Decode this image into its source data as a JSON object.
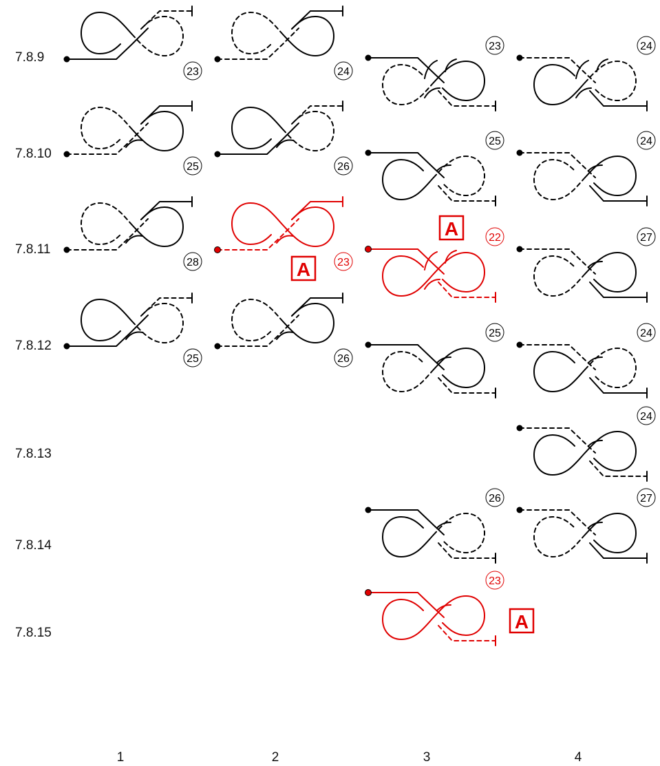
{
  "row_labels": [
    "7.8.9",
    "7.8.10",
    "7.8.11",
    "7.8.12",
    "7.8.13",
    "7.8.14",
    "7.8.15"
  ],
  "column_labels": [
    "1",
    "2",
    "3",
    "4"
  ],
  "colors": {
    "normal": "#000000",
    "highlight": "#e00000"
  },
  "badge_label": "A",
  "cells": [
    {
      "id": "r1c1",
      "row": 0,
      "col": 1,
      "style": "upper",
      "dashed_loop": "right",
      "number": "23",
      "highlight": false,
      "marks": []
    },
    {
      "id": "r1c2",
      "row": 0,
      "col": 2,
      "style": "upper",
      "dashed_loop": "left",
      "number": "24",
      "highlight": false,
      "marks": []
    },
    {
      "id": "r1c3",
      "row": 0,
      "col": 3,
      "style": "lower",
      "dashed_loop": "left",
      "number": "23",
      "highlight": false,
      "marks": [
        "double"
      ]
    },
    {
      "id": "r1c4",
      "row": 0,
      "col": 4,
      "style": "lower",
      "dashed_loop": "right",
      "number": "24",
      "highlight": false,
      "marks": [
        "double"
      ]
    },
    {
      "id": "r2c1",
      "row": 1,
      "col": 1,
      "style": "upper",
      "dashed_loop": "left",
      "number": "25",
      "highlight": false,
      "marks": [
        "single"
      ]
    },
    {
      "id": "r2c2",
      "row": 1,
      "col": 2,
      "style": "upper",
      "dashed_loop": "right",
      "number": "26",
      "highlight": false,
      "marks": [
        "single"
      ]
    },
    {
      "id": "r2c3",
      "row": 1,
      "col": 3,
      "style": "lower",
      "dashed_loop": "right",
      "number": "25",
      "highlight": false,
      "marks": [
        "single"
      ]
    },
    {
      "id": "r2c4",
      "row": 1,
      "col": 4,
      "style": "lower",
      "dashed_loop": "left",
      "number": "24",
      "highlight": false,
      "marks": [
        "single"
      ]
    },
    {
      "id": "r3c1",
      "row": 2,
      "col": 1,
      "style": "upper",
      "dashed_loop": "left",
      "number": "28",
      "highlight": false,
      "marks": [
        "single"
      ]
    },
    {
      "id": "r3c2",
      "row": 2,
      "col": 2,
      "style": "upper",
      "dashed_loop": "none",
      "number": "23",
      "highlight": true,
      "marks": [
        "single"
      ],
      "badge": true
    },
    {
      "id": "r3c3",
      "row": 2,
      "col": 3,
      "style": "lower",
      "dashed_loop": "none",
      "number": "22",
      "highlight": true,
      "marks": [
        "double"
      ],
      "badge": true
    },
    {
      "id": "r3c4",
      "row": 2,
      "col": 4,
      "style": "lower",
      "dashed_loop": "left",
      "number": "27",
      "highlight": false,
      "marks": [
        "single"
      ]
    },
    {
      "id": "r4c1",
      "row": 3,
      "col": 1,
      "style": "upper",
      "dashed_loop": "right",
      "number": "25",
      "highlight": false,
      "marks": [
        "single"
      ]
    },
    {
      "id": "r4c2",
      "row": 3,
      "col": 2,
      "style": "upper",
      "dashed_loop": "left",
      "number": "26",
      "highlight": false,
      "marks": [
        "single"
      ]
    },
    {
      "id": "r4c3",
      "row": 3,
      "col": 3,
      "style": "lower",
      "dashed_loop": "left",
      "number": "25",
      "highlight": false,
      "marks": [
        "single"
      ]
    },
    {
      "id": "r4c4",
      "row": 3,
      "col": 4,
      "style": "lower",
      "dashed_loop": "right",
      "number": "24",
      "highlight": false,
      "marks": [
        "single"
      ]
    },
    {
      "id": "r5c4",
      "row": 4,
      "col": 4,
      "style": "lower",
      "dashed_loop": "none",
      "number": "24",
      "highlight": false,
      "marks": [
        "single"
      ]
    },
    {
      "id": "r6c3",
      "row": 5,
      "col": 3,
      "style": "lower",
      "dashed_loop": "right",
      "number": "26",
      "highlight": false,
      "marks": [
        "single"
      ]
    },
    {
      "id": "r6c4",
      "row": 5,
      "col": 4,
      "style": "lower",
      "dashed_loop": "left",
      "number": "27",
      "highlight": false,
      "marks": [
        "single"
      ]
    },
    {
      "id": "r7c3",
      "row": 6,
      "col": 3,
      "style": "lower",
      "dashed_loop": "none",
      "number": "23",
      "highlight": true,
      "marks": [
        "single"
      ],
      "badge": true
    }
  ]
}
